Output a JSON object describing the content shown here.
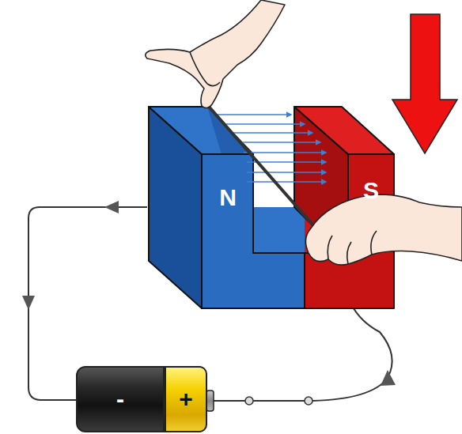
{
  "diagram": {
    "nodes": [
      {
        "text": [
          "N"
        ]
      },
      {
        "text": [
          "S"
        ]
      },
      {
        "text": [
          "-"
        ]
      },
      {
        "text": [
          "+"
        ]
      }
    ]
  }
}
